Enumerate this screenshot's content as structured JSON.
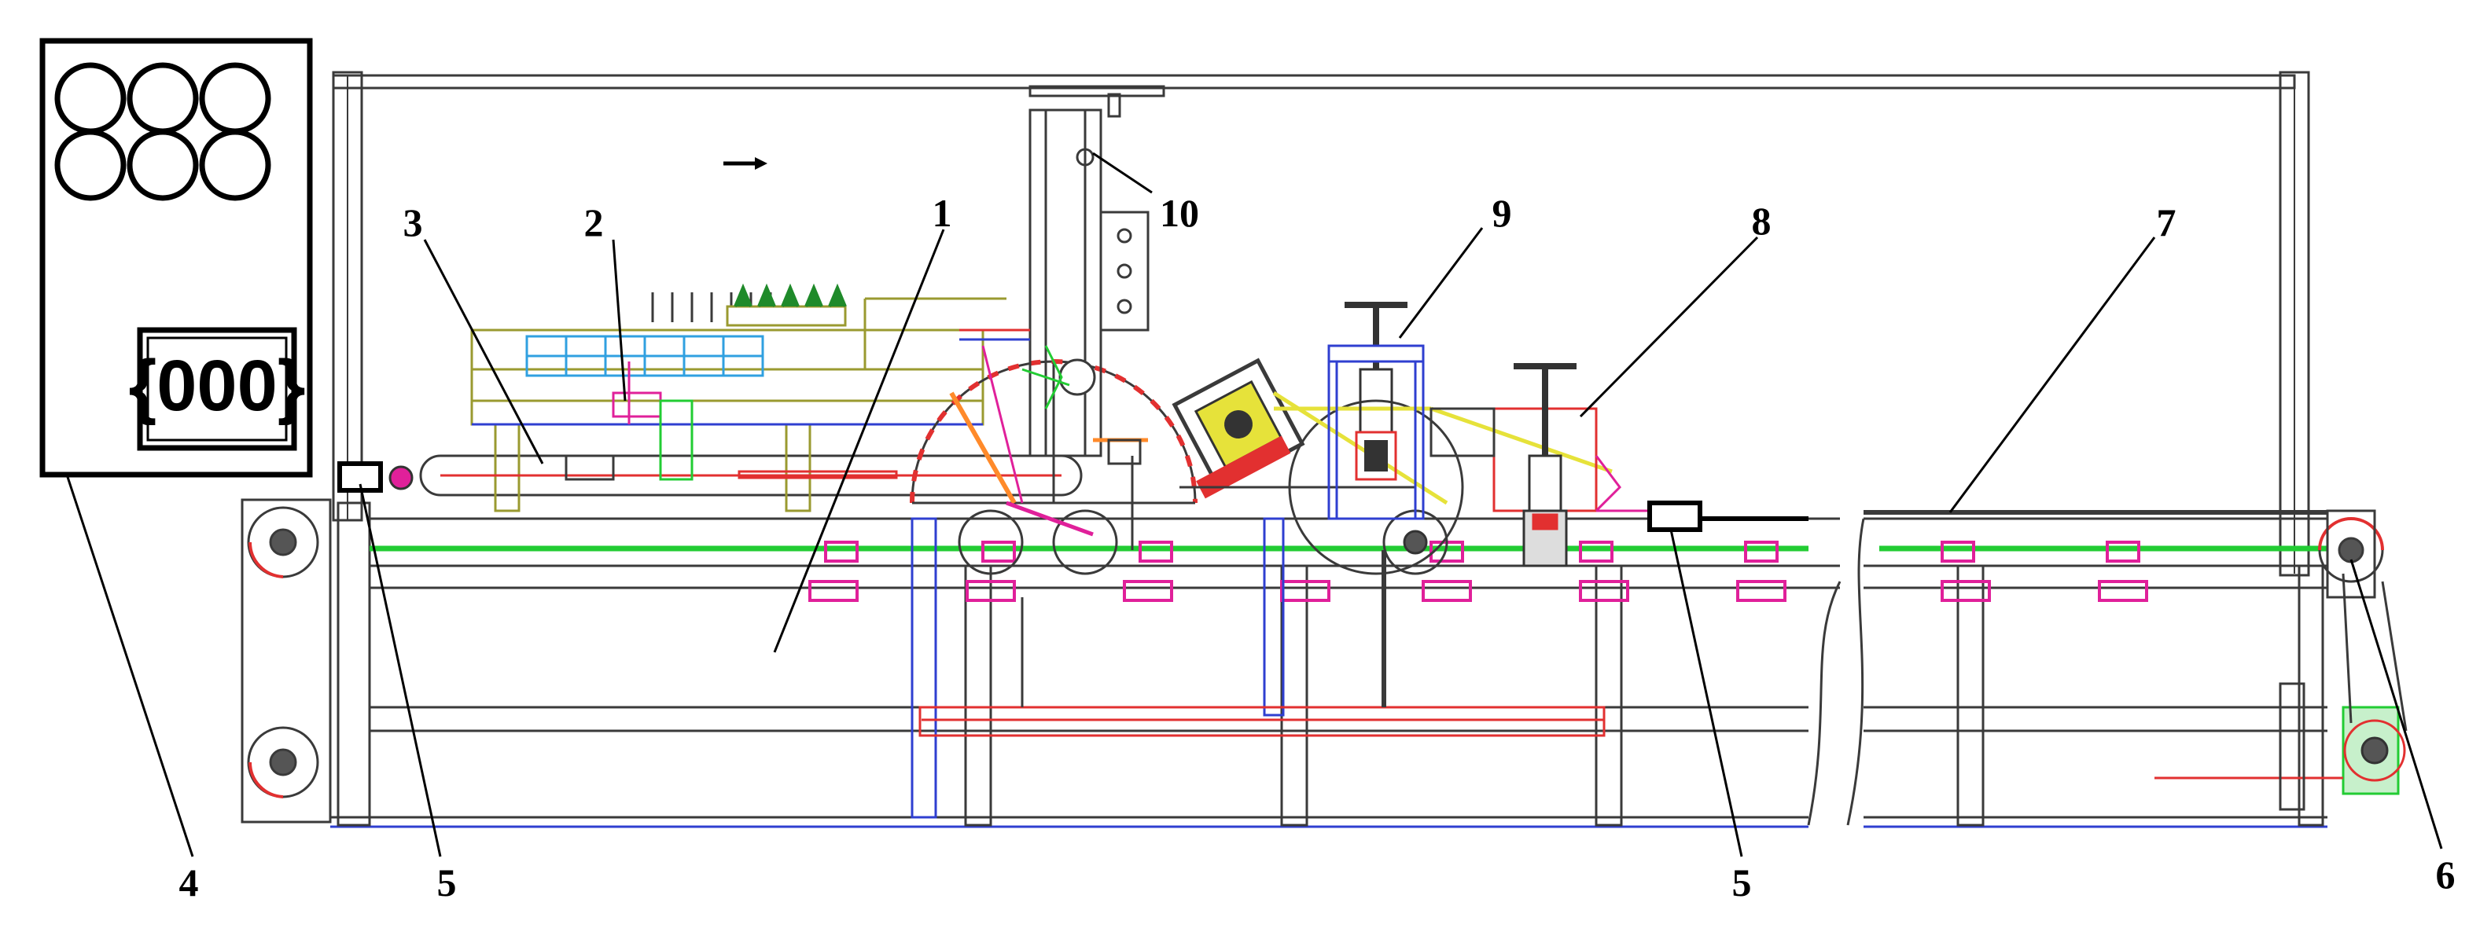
{
  "colors": {
    "line": "#3a3a3a",
    "conveyor_green": "#22cc33",
    "magenta": "#e0209a",
    "red": "#e23030",
    "blue": "#2f3fd0",
    "yellow": "#e6e23a",
    "olive": "#9a9a30",
    "cyan": "#30a0e0",
    "orange": "#ff8a2a"
  },
  "callouts": {
    "c1": "1",
    "c2": "2",
    "c3": "3",
    "c4": "4",
    "c5a": "5",
    "c5b": "5",
    "c6": "6",
    "c7": "7",
    "c8": "8",
    "c9": "9",
    "c10": "10"
  },
  "control_panel": {
    "display": "{000}"
  }
}
